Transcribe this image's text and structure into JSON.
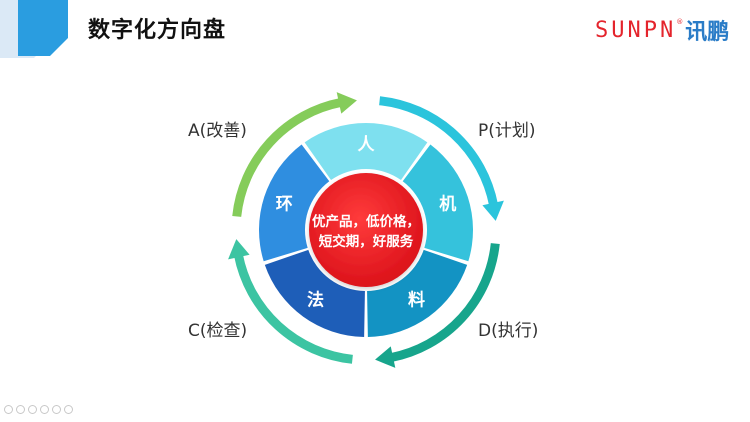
{
  "slide": {
    "title": "数字化方向盘",
    "logo": {
      "latin": "SUNPN",
      "registered": "®",
      "chinese": "讯鹏"
    }
  },
  "diagram": {
    "center": {
      "line1": "优产品，低价格，",
      "line2": "短交期，好服务"
    },
    "segments": [
      {
        "label": "人",
        "color": "#7ee0ef"
      },
      {
        "label": "机",
        "color": "#35c2dc"
      },
      {
        "label": "料",
        "color": "#1393c3"
      },
      {
        "label": "法",
        "color": "#1e5eb8"
      },
      {
        "label": "环",
        "color": "#2f8ee0"
      }
    ],
    "cycle": [
      {
        "label": "P(计划)",
        "color": "#2bc4dc"
      },
      {
        "label": "D(执行)",
        "color": "#17a58c"
      },
      {
        "label": "C(检查)",
        "color": "#3cc4a2"
      },
      {
        "label": "A(改善)",
        "color": "#85cc5a"
      }
    ],
    "center_color": "#e8151f"
  },
  "colors": {
    "accent": "#2a9de0",
    "title_text": "#111111"
  }
}
